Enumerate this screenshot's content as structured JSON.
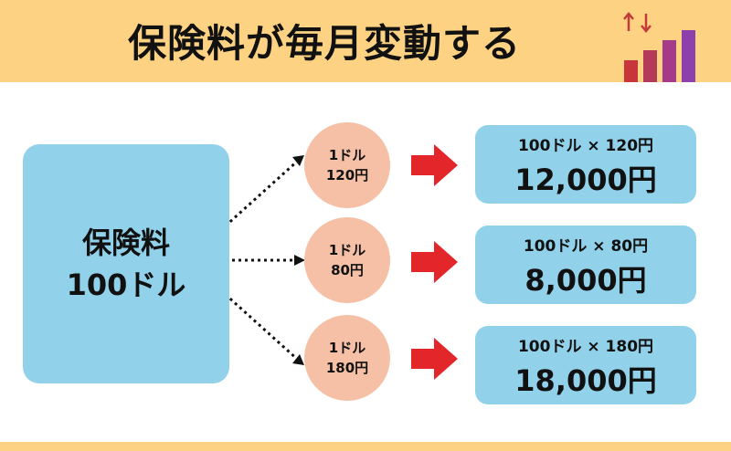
{
  "header": {
    "title": "保険料が毎月変動する",
    "icon": "exchange-rate-bar-chart-icon"
  },
  "source": {
    "line1": "保険料",
    "line2": "100ドル"
  },
  "rows": [
    {
      "rate_line1": "1ドル",
      "rate_line2": "120円",
      "formula": "100ドル × 120円",
      "result": "12,000円"
    },
    {
      "rate_line1": "1ドル",
      "rate_line2": "80円",
      "formula": "100ドル × 80円",
      "result": "8,000円"
    },
    {
      "rate_line1": "1ドル",
      "rate_line2": "180円",
      "formula": "100ドル × 180円",
      "result": "18,000円"
    }
  ],
  "colors": {
    "header": "#fdd383",
    "box": "#92d1ea",
    "circle": "#f5c0a6",
    "arrow": "#e3262a"
  }
}
